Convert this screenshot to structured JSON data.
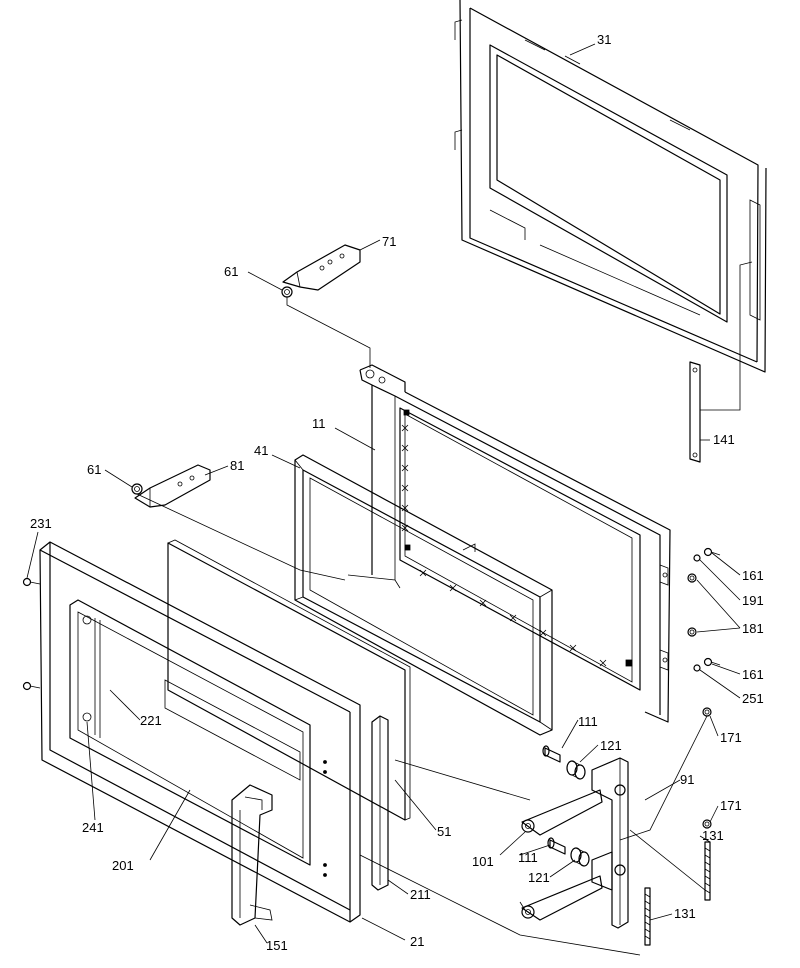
{
  "labels": {
    "p11": "11",
    "p21": "21",
    "p31": "31",
    "p41": "41",
    "p51": "51",
    "p61a": "61",
    "p61b": "61",
    "p71": "71",
    "p81": "81",
    "p91": "91",
    "p101": "101",
    "p111a": "111",
    "p111b": "111",
    "p121a": "121",
    "p121b": "121",
    "p131a": "131",
    "p131b": "131",
    "p141": "141",
    "p151": "151",
    "p161a": "161",
    "p161b": "161",
    "p171a": "171",
    "p171b": "171",
    "p181": "181",
    "p191": "191",
    "p201": "201",
    "p211": "211",
    "p221": "221",
    "p231": "231",
    "p241": "241",
    "p251": "251"
  }
}
